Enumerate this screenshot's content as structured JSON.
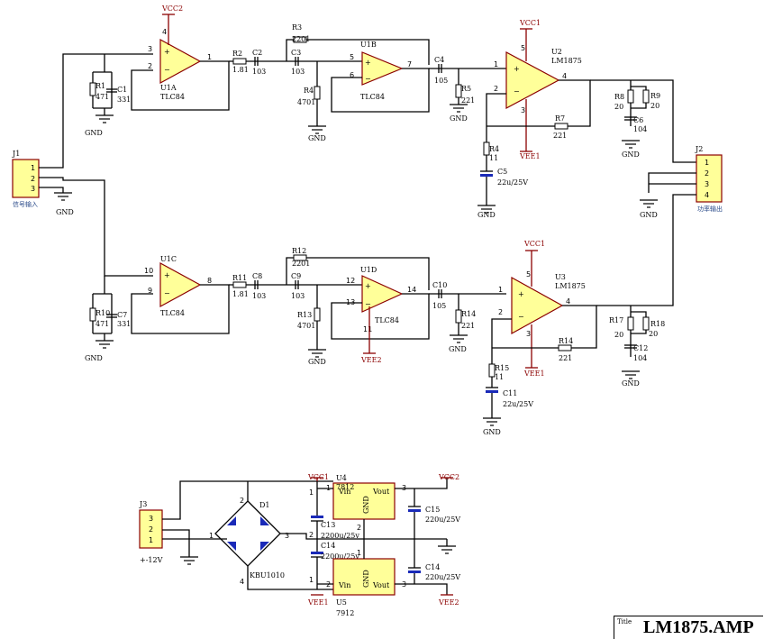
{
  "title_block": {
    "label": "Title",
    "value": "LM1875.AMP"
  },
  "connectors": {
    "J1": {
      "ref": "J1",
      "caption": "信号输入",
      "pins": [
        "1",
        "2",
        "3"
      ],
      "gnd": "GND"
    },
    "J2": {
      "ref": "J2",
      "caption": "功率输出",
      "pins": [
        "1",
        "2",
        "3",
        "4"
      ],
      "gnd": "GND"
    },
    "J3": {
      "ref": "J3",
      "caption": "+-12V",
      "pins": [
        "3",
        "2",
        "1"
      ]
    }
  },
  "opamps": {
    "U1A": {
      "ref": "U1A",
      "part": "TLC84",
      "pins": [
        "3",
        "2",
        "1",
        "4"
      ]
    },
    "U1B": {
      "ref": "U1B",
      "part": "TLC84",
      "pins": [
        "5",
        "6",
        "7"
      ]
    },
    "U1C": {
      "ref": "U1C",
      "part": "TLC84",
      "pins": [
        "10",
        "9",
        "8"
      ]
    },
    "U1D": {
      "ref": "U1D",
      "part": "TLC84",
      "pins": [
        "12",
        "13",
        "14",
        "11"
      ]
    },
    "U2": {
      "ref": "U2",
      "part": "LM1875",
      "pins": [
        "1",
        "2",
        "4",
        "5",
        "3"
      ]
    },
    "U3": {
      "ref": "U3",
      "part": "LM1875",
      "pins": [
        "1",
        "2",
        "4",
        "5",
        "3"
      ]
    }
  },
  "power": {
    "vcc1": "VCC1",
    "vcc2": "VCC2",
    "vee1": "VEE1",
    "vee2": "VEE2",
    "gnd": "GND"
  },
  "components": {
    "R1": {
      "ref": "R1",
      "val": "471"
    },
    "C1": {
      "ref": "C1",
      "val": "331"
    },
    "R2": {
      "ref": "R2",
      "val": "1.81"
    },
    "C2": {
      "ref": "C2",
      "val": "103"
    },
    "R3": {
      "ref": "R3",
      "val": "2201"
    },
    "C3": {
      "ref": "C3",
      "val": "103"
    },
    "R4": {
      "ref": "R4",
      "val": "4701"
    },
    "C4": {
      "ref": "C4",
      "val": "105"
    },
    "R5": {
      "ref": "R5",
      "val": "221"
    },
    "R6": {
      "ref": "R4",
      "val": "11"
    },
    "C5": {
      "ref": "C5",
      "val": "22u/25V"
    },
    "R7": {
      "ref": "R7",
      "val": "221"
    },
    "R8": {
      "ref": "R8",
      "val": "20"
    },
    "R9": {
      "ref": "R9",
      "val": "20"
    },
    "C6": {
      "ref": "C6",
      "val": "104"
    },
    "R10": {
      "ref": "R10",
      "val": "471"
    },
    "C7": {
      "ref": "C7",
      "val": "331"
    },
    "R11": {
      "ref": "R11",
      "val": "1.81"
    },
    "C8": {
      "ref": "C8",
      "val": "103"
    },
    "R12": {
      "ref": "R12",
      "val": "2201"
    },
    "C9": {
      "ref": "C9",
      "val": "103"
    },
    "R13": {
      "ref": "R13",
      "val": "4701"
    },
    "C10": {
      "ref": "C10",
      "val": "105"
    },
    "R14a": {
      "ref": "R14",
      "val": "221"
    },
    "R15": {
      "ref": "R15",
      "val": "11"
    },
    "C11": {
      "ref": "C11",
      "val": "22u/25V"
    },
    "R14b": {
      "ref": "R14",
      "val": "221"
    },
    "R17": {
      "ref": "R17",
      "val": "20"
    },
    "R18": {
      "ref": "R18",
      "val": "20"
    },
    "C12": {
      "ref": "C12",
      "val": "104"
    },
    "D1": {
      "ref": "D1",
      "part": "KBU1010"
    },
    "C13": {
      "ref": "C13",
      "val": "2200u/25v"
    },
    "C14a": {
      "ref": "C14",
      "val": "2200u/25v"
    },
    "C15": {
      "ref": "C15",
      "val": "220u/25V"
    },
    "C14b": {
      "ref": "C14",
      "val": "220u/25V"
    },
    "U4": {
      "ref": "U4",
      "part": "7812",
      "vin": "Vin",
      "vout": "Vout",
      "gnd": "GND"
    },
    "U5": {
      "ref": "U5",
      "part": "7912",
      "vin": "Vin",
      "vout": "Vout",
      "gnd": "GND"
    }
  }
}
